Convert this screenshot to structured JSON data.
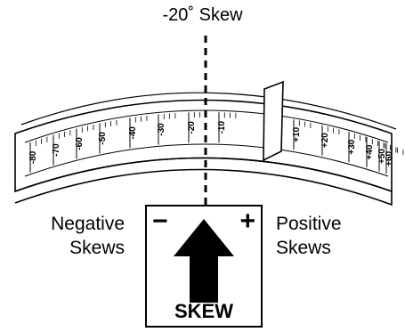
{
  "title": "-20˚ Skew",
  "left_label": [
    "Negative",
    "Skews"
  ],
  "right_label": [
    "Positive",
    "Skews"
  ],
  "box": {
    "minus": "−",
    "plus": "+",
    "word": "SKEW"
  },
  "dial": {
    "pointer_value": -20,
    "negative_ticks": [
      "-80",
      "-70",
      "-60",
      "-50",
      "-40",
      "-30",
      "-20",
      "-10"
    ],
    "positive_ticks": [
      "+10",
      "+20",
      "+30",
      "+40",
      "+50",
      "+60"
    ]
  }
}
